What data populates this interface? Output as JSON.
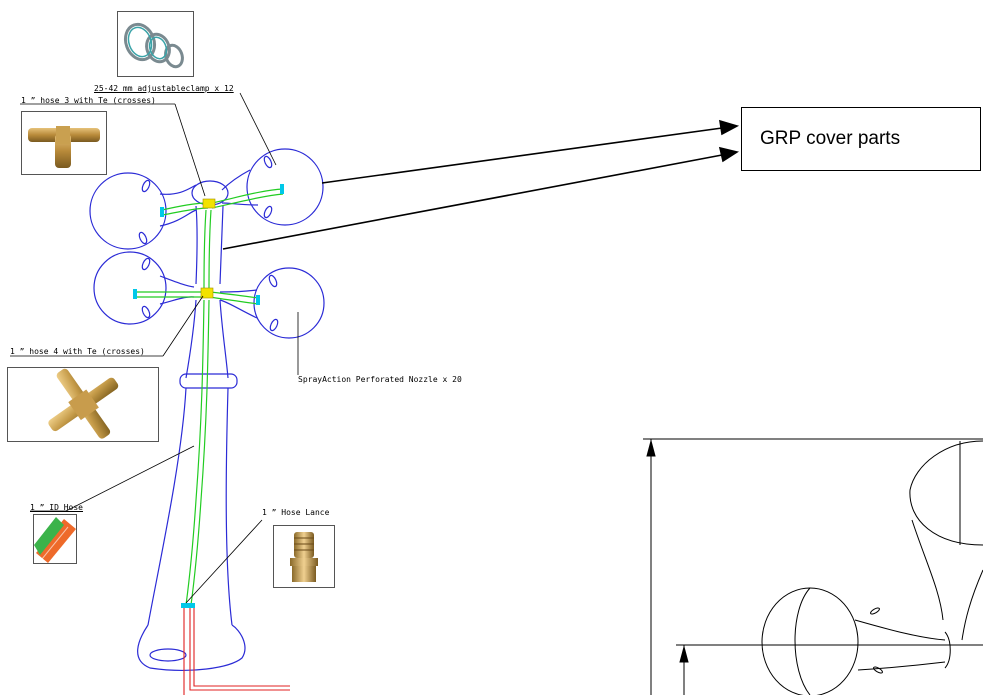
{
  "callouts": {
    "clamp": "25-42 mm adjustableclamp x 12",
    "hose3": "1 ” hose 3 with Te (crosses)",
    "hose4": "1 ” hose 4 with Te (crosses)",
    "nozzle": "SprayAction Perforated Nozzle x 20",
    "id_hose": "1 ” ID Hose",
    "lance": "1 ” Hose Lance"
  },
  "grp_box": {
    "label": "GRP cover parts"
  },
  "colors": {
    "body_outline": "#2b2bd6",
    "hose_green": "#22cc22",
    "fitting_yellow": "#f2e200",
    "clamp_cyan": "#00c8e8",
    "pipe_red": "#e02020"
  },
  "icons": {
    "clamp": "hose-clamp-photo",
    "tee": "brass-tee-fitting-photo",
    "cross": "brass-cross-fitting-photo",
    "hose": "green-orange-hose-photo",
    "lance": "brass-hose-lance-photo"
  }
}
